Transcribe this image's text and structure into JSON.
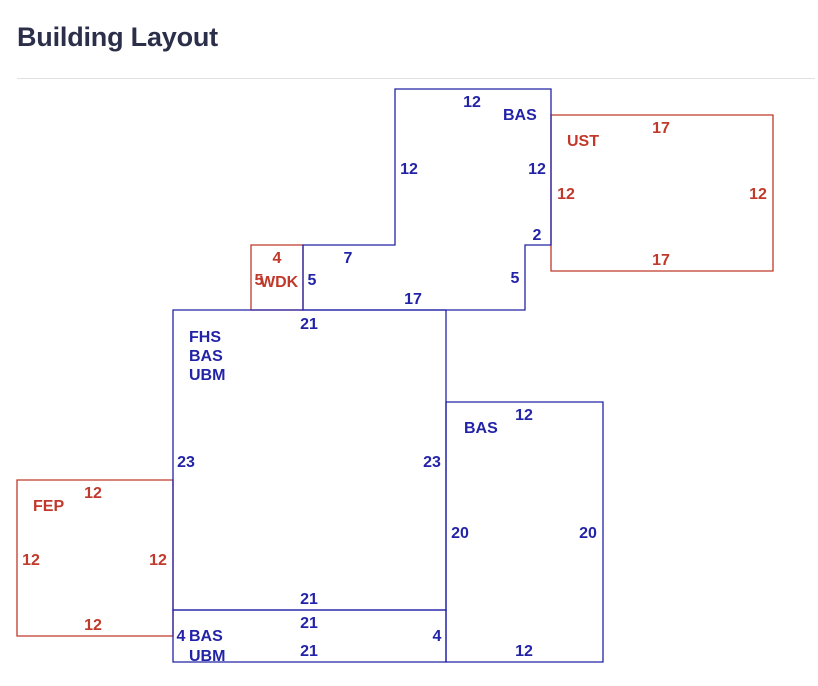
{
  "page": {
    "title": "Building Layout"
  },
  "colors": {
    "blue": "#2323a8",
    "red": "#c0392b",
    "title": "#2c2f4a",
    "divider": "#e1e1e5"
  },
  "sketch": {
    "areas": [
      {
        "id": "bas-top",
        "color": "blue",
        "labels": [
          "BAS"
        ]
      },
      {
        "id": "ust",
        "color": "red",
        "labels": [
          "UST"
        ]
      },
      {
        "id": "wdk",
        "color": "red",
        "labels": [
          "WDK"
        ]
      },
      {
        "id": "main",
        "color": "blue",
        "labels": [
          "FHS",
          "BAS",
          "UBM"
        ]
      },
      {
        "id": "bas-right",
        "color": "blue",
        "labels": [
          "BAS"
        ]
      },
      {
        "id": "fep",
        "color": "red",
        "labels": [
          "FEP"
        ]
      },
      {
        "id": "bottom",
        "color": "blue",
        "labels": [
          "BAS",
          "UBM"
        ]
      }
    ],
    "dimensions": [
      {
        "id": "bas-top-top",
        "color": "blue",
        "value": "12"
      },
      {
        "id": "bas-top-left",
        "color": "blue",
        "value": "12"
      },
      {
        "id": "bas-top-right",
        "color": "blue",
        "value": "12"
      },
      {
        "id": "bas-top-notch",
        "color": "blue",
        "value": "2"
      },
      {
        "id": "bas-top-step",
        "color": "blue",
        "value": "7"
      },
      {
        "id": "bas-top-lower-left",
        "color": "blue",
        "value": "5"
      },
      {
        "id": "bas-top-lower-right",
        "color": "blue",
        "value": "5"
      },
      {
        "id": "bas-top-bottom",
        "color": "blue",
        "value": "17"
      },
      {
        "id": "ust-top",
        "color": "red",
        "value": "17"
      },
      {
        "id": "ust-left",
        "color": "red",
        "value": "12"
      },
      {
        "id": "ust-right",
        "color": "red",
        "value": "12"
      },
      {
        "id": "ust-bottom",
        "color": "red",
        "value": "17"
      },
      {
        "id": "wdk-top",
        "color": "red",
        "value": "4"
      },
      {
        "id": "wdk-left",
        "color": "red",
        "value": "5"
      },
      {
        "id": "main-top",
        "color": "blue",
        "value": "21"
      },
      {
        "id": "main-left",
        "color": "blue",
        "value": "23"
      },
      {
        "id": "main-right",
        "color": "blue",
        "value": "23"
      },
      {
        "id": "main-bottom",
        "color": "blue",
        "value": "21"
      },
      {
        "id": "bas-right-top",
        "color": "blue",
        "value": "12"
      },
      {
        "id": "bas-right-left",
        "color": "blue",
        "value": "20"
      },
      {
        "id": "bas-right-right",
        "color": "blue",
        "value": "20"
      },
      {
        "id": "bas-right-bottom",
        "color": "blue",
        "value": "12"
      },
      {
        "id": "fep-top",
        "color": "red",
        "value": "12"
      },
      {
        "id": "fep-left",
        "color": "red",
        "value": "12"
      },
      {
        "id": "fep-right",
        "color": "red",
        "value": "12"
      },
      {
        "id": "fep-bottom",
        "color": "red",
        "value": "12"
      },
      {
        "id": "bottom-top",
        "color": "blue",
        "value": "21"
      },
      {
        "id": "bottom-left",
        "color": "blue",
        "value": "4"
      },
      {
        "id": "bottom-right",
        "color": "blue",
        "value": "4"
      },
      {
        "id": "bottom-bottom",
        "color": "blue",
        "value": "21"
      }
    ]
  }
}
